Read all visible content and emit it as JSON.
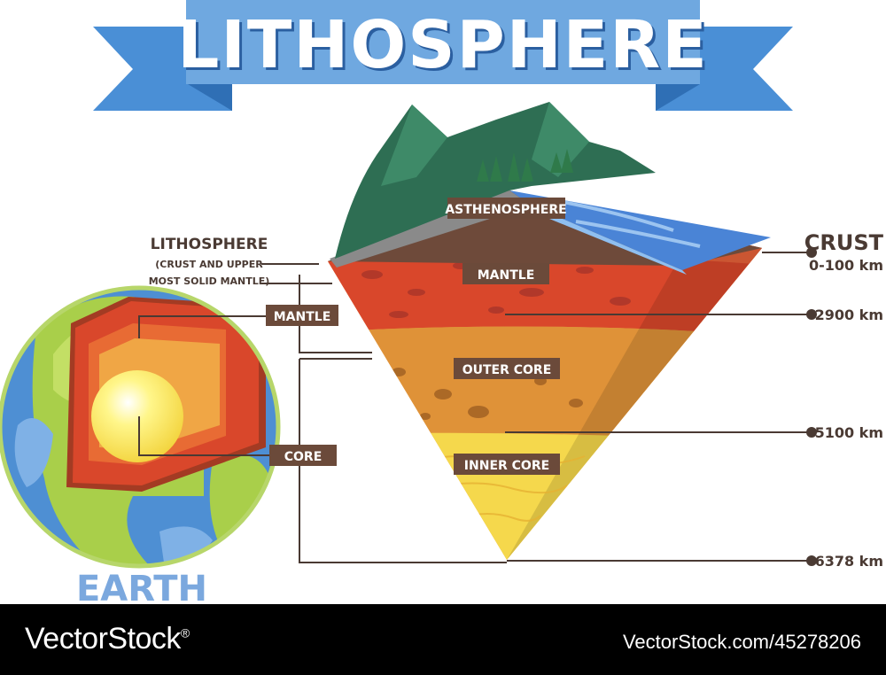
{
  "title": "LITHOSPHERE",
  "earth_label": "EARTH",
  "left_labels": {
    "lithosphere_title": "LITHOSPHERE",
    "lithosphere_sub1": "(CRUST AND UPPER",
    "lithosphere_sub2": "MOST SOLID MANTLE)",
    "mantle": "MANTLE",
    "core": "CORE"
  },
  "section_labels": {
    "asthenosphere": "ASTHENOSPHERE",
    "mantle": "MANTLE",
    "outer_core": "OUTER CORE",
    "inner_core": "INNER CORE"
  },
  "depth_labels": {
    "crust": "CRUST",
    "crust_range": "0-100 km",
    "mantle_depth": "2900 km",
    "outer_core_depth": "5100 km",
    "inner_core_depth": "6378 km"
  },
  "footer": {
    "brand": "VectorStock",
    "brand_mark": "®",
    "url": "VectorStock.com/45278206"
  },
  "colors": {
    "ribbon": "#6fa8e0",
    "ribbon_dark": "#3f7fc6",
    "title_text": "#ffffff",
    "mantle": "#d9472b",
    "outer_core": "#e09a3a",
    "inner_core": "#f6d74a",
    "ocean": "#3f7fd0",
    "mountain": "#2e6e53",
    "label_box": "#6b4a3a",
    "leader": "#4a3a33",
    "earth_text": "#7ba8de"
  }
}
